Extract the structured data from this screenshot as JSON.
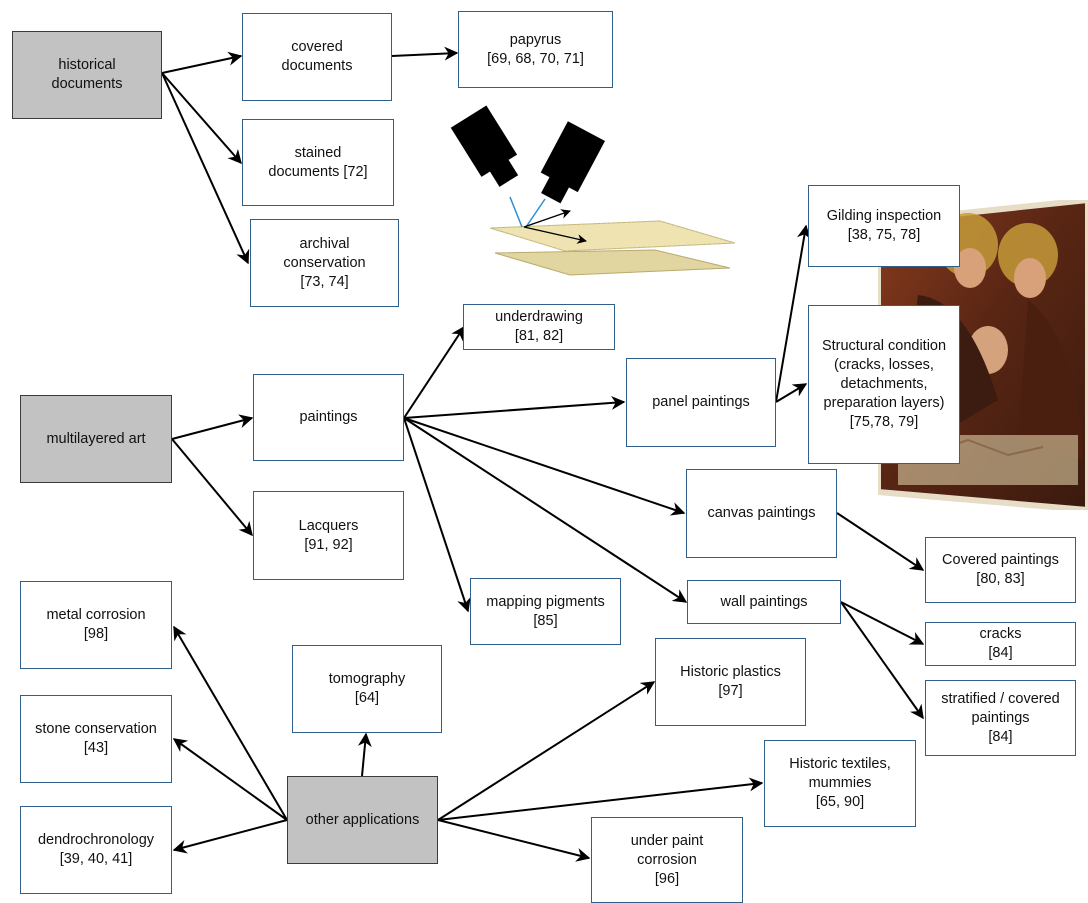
{
  "nodes": {
    "historical_documents": "historical\ndocuments",
    "covered_documents": "covered\ndocuments",
    "papyrus": "papyrus\n[69, 68, 70, 71]",
    "stained_documents": "stained\ndocuments  [72]",
    "archival_conservation": "archival\nconservation\n[73, 74]",
    "multilayered_art": "multilayered art",
    "paintings": "paintings",
    "lacquers": "Lacquers\n[91, 92]",
    "underdrawing": "underdrawing\n[81, 82]",
    "panel_paintings": "panel paintings",
    "gilding_inspection": "Gilding inspection\n[38, 75, 78]",
    "structural_condition": "Structural  condition\n(cracks, losses,\ndetachments,\npreparation layers)\n[75,78, 79]",
    "canvas_paintings": "canvas paintings",
    "covered_paintings": "Covered paintings\n[80, 83]",
    "mapping_pigments": "mapping  pigments\n[85]",
    "wall_paintings": "wall paintings",
    "cracks": "cracks\n[84]",
    "stratified_paintings": "stratified / covered\npaintings\n[84]",
    "metal_corrosion": "metal corrosion\n[98]",
    "stone_conservation": "stone conservation\n[43]",
    "dendrochronology": "dendrochronology\n[39, 40, 41]",
    "tomography": "tomography\n[64]",
    "other_applications": "other applications",
    "historic_plastics": "Historic plastics\n[97]",
    "historic_textiles": "Historic textiles,\nmummies\n[65, 90]",
    "under_paint_corrosion": "under paint\ncorrosion\n[96]"
  },
  "colors": {
    "root_fill": "#c2c2c2",
    "root_border": "#3b3b3b",
    "node_border": "#2f5f8a",
    "arrow": "#000000"
  },
  "illustrations": [
    "scanner-probes-over-papyrus",
    "icon-painting-photo"
  ]
}
